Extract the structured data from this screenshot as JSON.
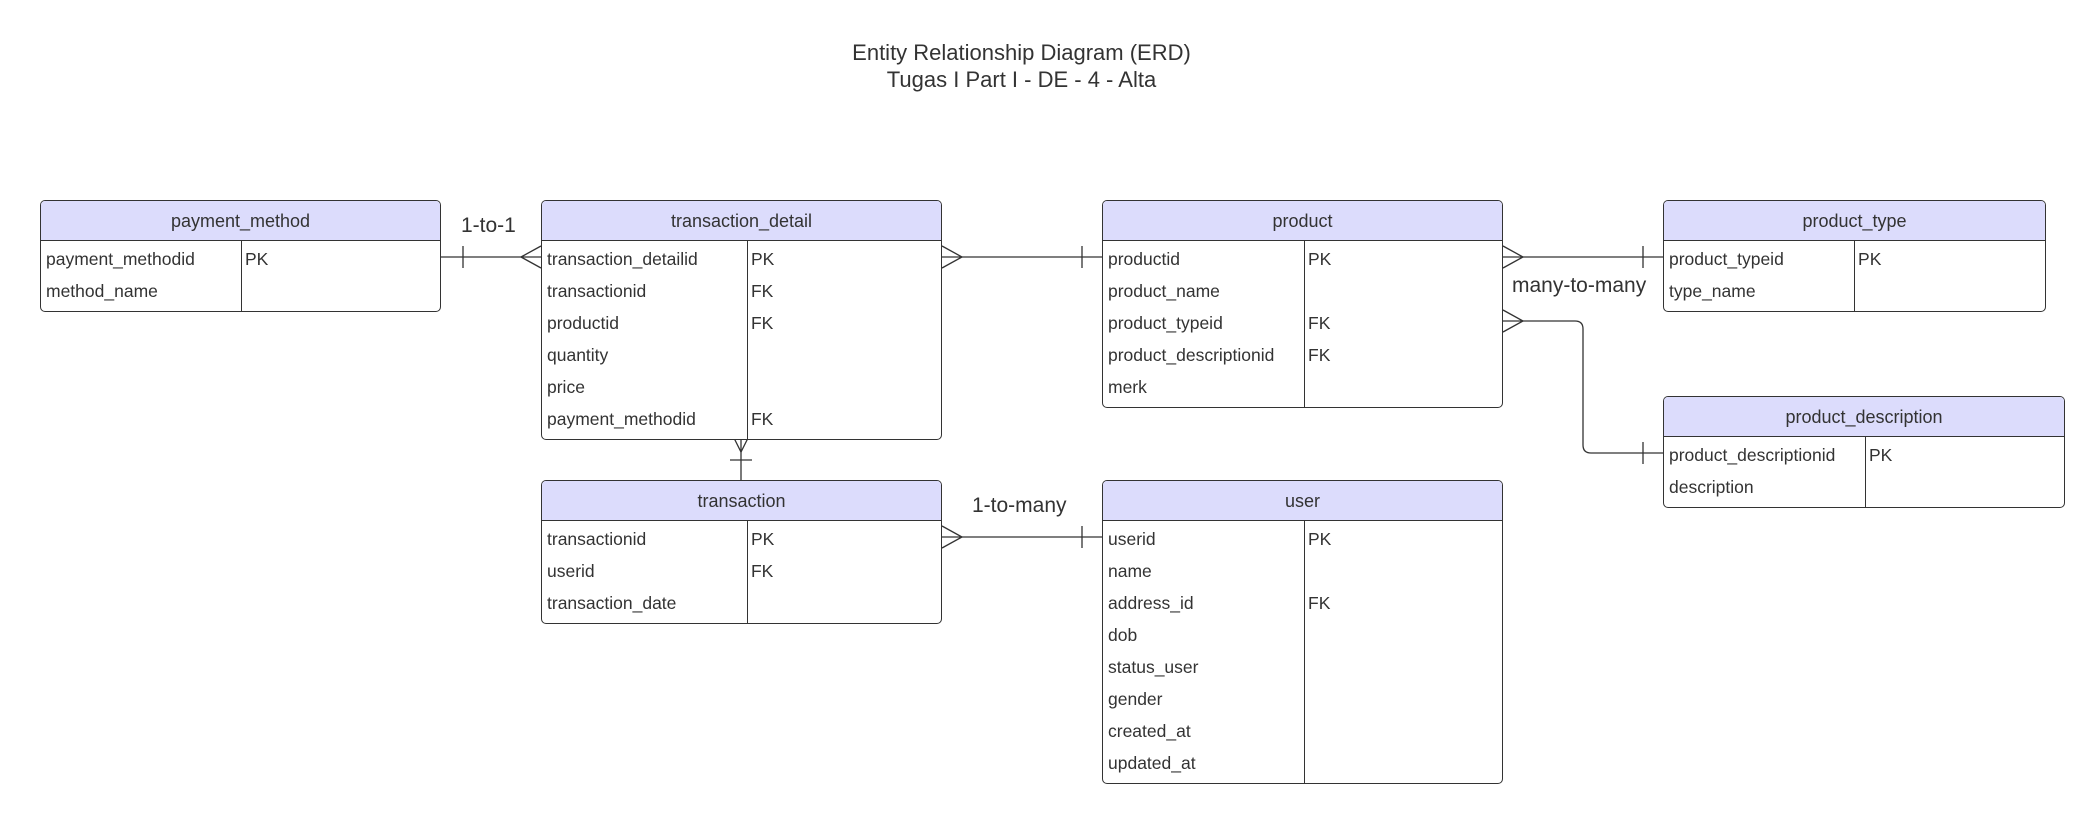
{
  "diagram": {
    "title": "Entity Relationship Diagram (ERD)",
    "subtitle": "Tugas I Part I - DE - 4 - Alta",
    "colors": {
      "header_fill": "#dcdcfc",
      "border": "#333333",
      "text": "#333333"
    },
    "entities": {
      "payment_method": {
        "name": "payment_method",
        "rows": [
          {
            "field": "payment_methodid",
            "key": "PK"
          },
          {
            "field": "method_name",
            "key": ""
          }
        ]
      },
      "transaction_detail": {
        "name": "transaction_detail",
        "rows": [
          {
            "field": "transaction_detailid",
            "key": "PK"
          },
          {
            "field": "transactionid",
            "key": "FK"
          },
          {
            "field": "productid",
            "key": "FK"
          },
          {
            "field": "quantity",
            "key": ""
          },
          {
            "field": "price",
            "key": ""
          },
          {
            "field": "payment_methodid",
            "key": "FK"
          }
        ]
      },
      "product": {
        "name": "product",
        "rows": [
          {
            "field": "productid",
            "key": "PK"
          },
          {
            "field": "product_name",
            "key": ""
          },
          {
            "field": "product_typeid",
            "key": "FK"
          },
          {
            "field": "product_descriptionid",
            "key": "FK"
          },
          {
            "field": "merk",
            "key": ""
          }
        ]
      },
      "product_type": {
        "name": "product_type",
        "rows": [
          {
            "field": "product_typeid",
            "key": "PK"
          },
          {
            "field": "type_name",
            "key": ""
          }
        ]
      },
      "product_description": {
        "name": "product_description",
        "rows": [
          {
            "field": "product_descriptionid",
            "key": "PK"
          },
          {
            "field": "description",
            "key": ""
          }
        ]
      },
      "transaction": {
        "name": "transaction",
        "rows": [
          {
            "field": "transactionid",
            "key": "PK"
          },
          {
            "field": "userid",
            "key": "FK"
          },
          {
            "field": "transaction_date",
            "key": ""
          }
        ]
      },
      "user": {
        "name": "user",
        "rows": [
          {
            "field": "userid",
            "key": "PK"
          },
          {
            "field": "name",
            "key": ""
          },
          {
            "field": "address_id",
            "key": "FK"
          },
          {
            "field": "dob",
            "key": ""
          },
          {
            "field": "status_user",
            "key": ""
          },
          {
            "field": "gender",
            "key": ""
          },
          {
            "field": "created_at",
            "key": ""
          },
          {
            "field": "updated_at",
            "key": ""
          }
        ]
      }
    },
    "relationship_labels": {
      "one_to_one": "1-to-1",
      "one_to_many": "1-to-many",
      "many_to_many": "many-to-many"
    }
  }
}
